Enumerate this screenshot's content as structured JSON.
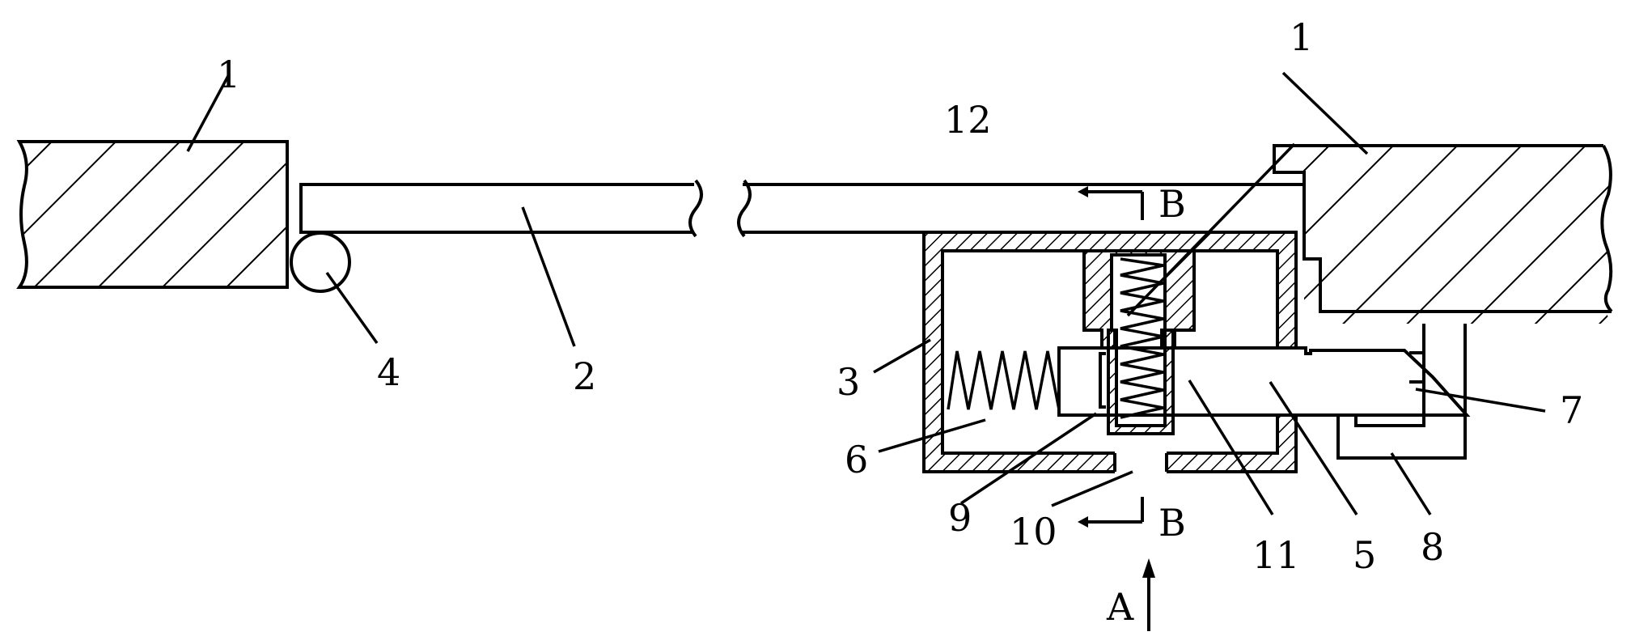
{
  "labels": {
    "wall_left": "1",
    "wall_right": "1",
    "roller": "4",
    "door_panel": "2",
    "housing": "3",
    "spring_horizontal": "6",
    "pin_9": "9",
    "hole_10": "10",
    "spring_vertical": "12",
    "latch_bolt": "5",
    "bevel": "7",
    "strike": "8",
    "sleeve": "11",
    "section_top": "B",
    "section_bottom": "B",
    "view": "A"
  }
}
